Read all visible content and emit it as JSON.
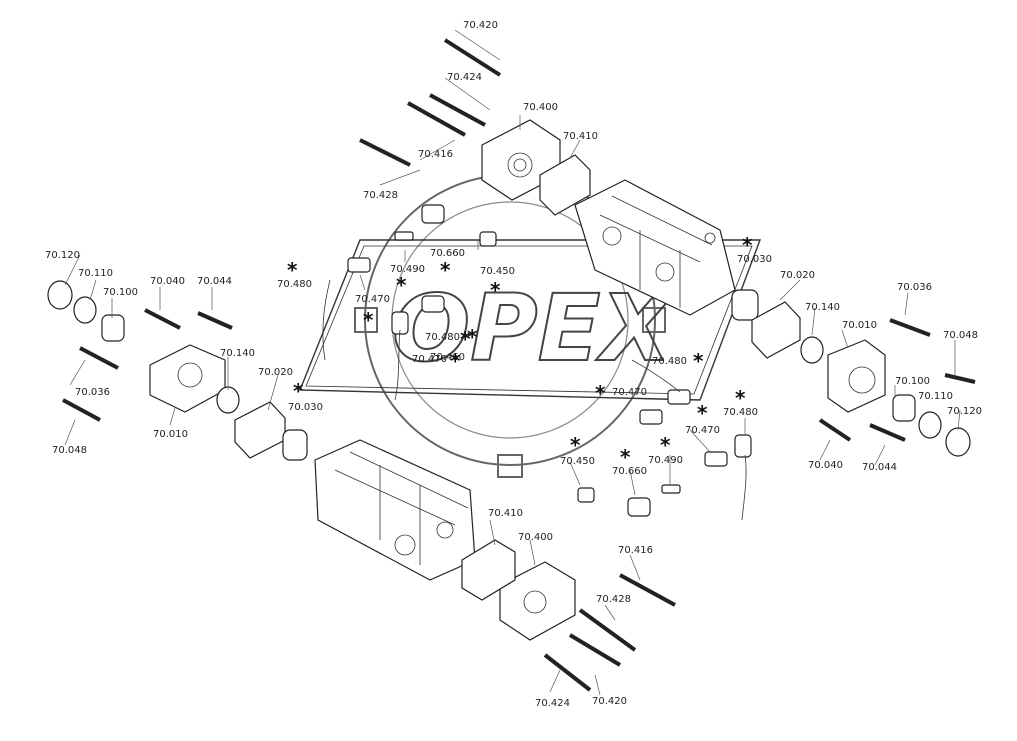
{
  "watermark": {
    "text": "OPEX"
  },
  "labels": [
    "70.420",
    "70.424",
    "70.400",
    "70.410",
    "70.416",
    "70.428",
    "70.660",
    "70.490",
    "70.450",
    "70.030",
    "70.020",
    "70.480",
    "70.470",
    "70.480",
    "70.470",
    "70.480",
    "70.460",
    "70.470",
    "70.120",
    "70.110",
    "70.100",
    "70.040",
    "70.044",
    "70.036",
    "70.048",
    "70.010",
    "70.140",
    "70.020",
    "70.030",
    "70.036",
    "70.140",
    "70.010",
    "70.048",
    "70.100",
    "70.110",
    "70.120",
    "70.040",
    "70.044",
    "70.470",
    "70.450",
    "70.660",
    "70.490",
    "70.480",
    "70.410",
    "70.400",
    "70.416",
    "70.428",
    "70.424",
    "70.420"
  ],
  "markers": [
    "*",
    "*",
    "*",
    "*",
    "*",
    "*",
    "*",
    "*",
    "*",
    "*",
    "*",
    "*",
    "*",
    "*",
    "*",
    "*",
    "*"
  ]
}
